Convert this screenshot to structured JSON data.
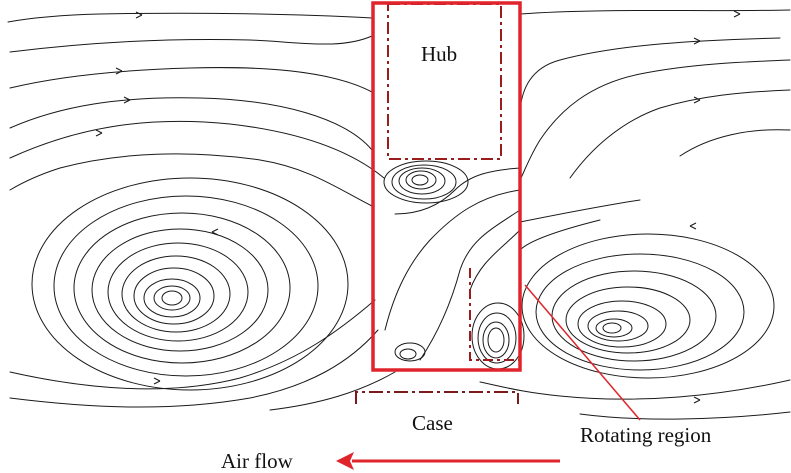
{
  "labels": {
    "hub": "Hub",
    "case": "Case",
    "rotating_region": "Rotating region",
    "air_flow": "Air flow"
  },
  "colors": {
    "streamline": "#1a1a1a",
    "region_outline": "#e0242b",
    "dashed_boundary": "#9b1c1c",
    "arrow": "#e0242b"
  },
  "air_flow_direction": "left"
}
